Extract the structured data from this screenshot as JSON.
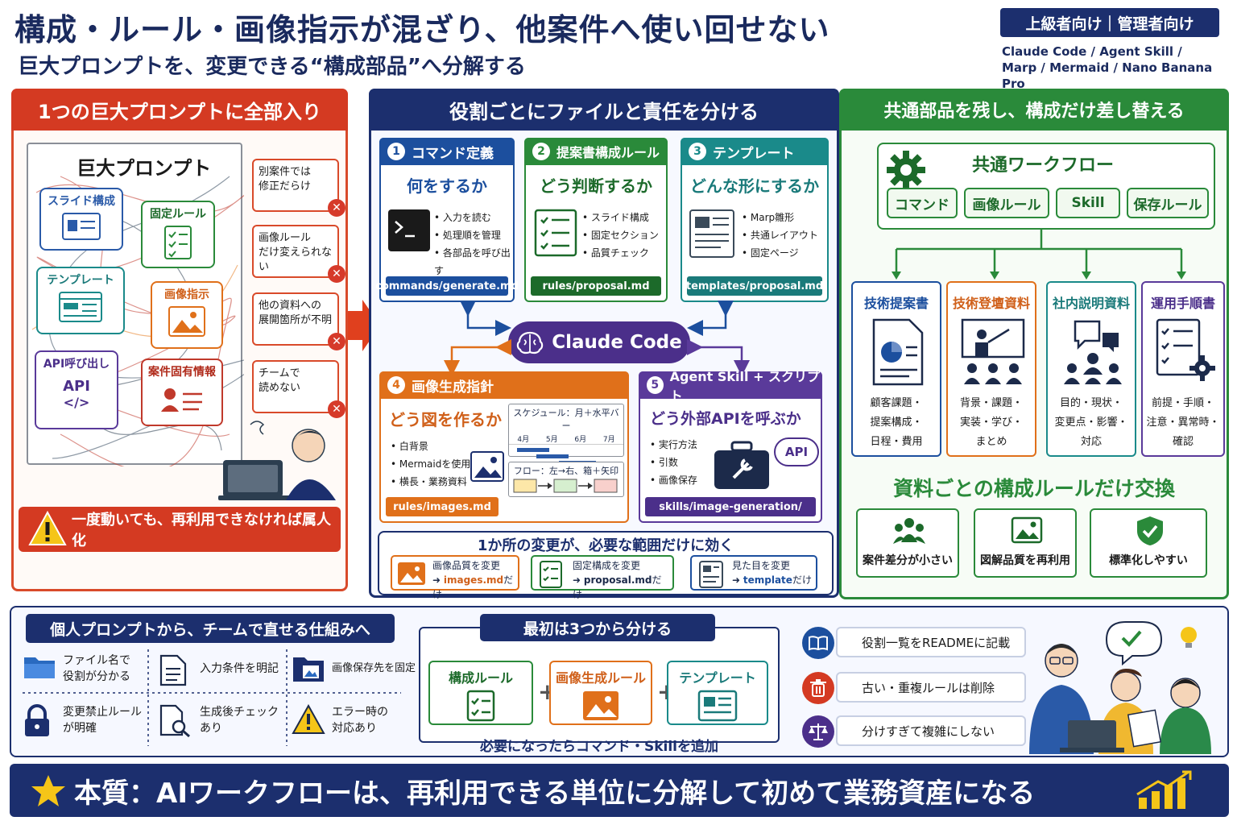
{
  "header": {
    "title": "構成・ルール・画像指示が混ざり、他案件へ使い回せない",
    "subtitle": "巨大プロンプトを、変更できる“構成部品”へ分解する",
    "audience": "上級者向け｜管理者向け",
    "tools_line1": "Claude Code / Agent Skill /",
    "tools_line2": "Marp / Mermaid / Nano Banana Pro"
  },
  "panel1": {
    "title": "1つの巨大プロンプトに全部入り",
    "doc_title": "巨大プロンプト",
    "blocks": [
      "スライド構成",
      "固定ルール",
      "テンプレート",
      "画像指示",
      "API呼び出し",
      "案件固有情報"
    ],
    "api_label": "API",
    "problems": [
      {
        "line1": "別案件では",
        "line2": "修正だらけ"
      },
      {
        "line1": "画像ルール",
        "line2": "だけ変えられない"
      },
      {
        "line1": "他の資料への",
        "line2": "展開箇所が不明"
      },
      {
        "line1": "チームで",
        "line2": "読めない"
      }
    ],
    "alert": "一度動いても、再利用できなければ属人化"
  },
  "panel2": {
    "title": "役割ごとにファイルと責任を分ける",
    "cards": [
      {
        "num": "1",
        "name": "コマンド定義",
        "question": "何をするか",
        "items": [
          "入力を読む",
          "処理順を管理",
          "各部品を呼び出す"
        ],
        "path": "commands/generate.md"
      },
      {
        "num": "2",
        "name": "提案書構成ルール",
        "question": "どう判断するか",
        "items": [
          "スライド構成",
          "固定セクション",
          "品質チェック"
        ],
        "path": "rules/proposal.md"
      },
      {
        "num": "3",
        "name": "テンプレート",
        "question": "どんな形にするか",
        "items": [
          "Marp雛形",
          "共通レイアウト",
          "固定ページ"
        ],
        "path": "templates/proposal.md"
      },
      {
        "num": "4",
        "name": "画像生成指針",
        "question": "どう図を作るか",
        "items": [
          "白背景",
          "Mermaidを使用",
          "横長・業務資料"
        ],
        "path": "rules/images.md"
      },
      {
        "num": "5",
        "name": "Agent Skill + スクリプト",
        "question": "どう外部APIを呼ぶか",
        "items": [
          "実行方法",
          "引数",
          "画像保存"
        ],
        "path": "skills/image-generation/"
      }
    ],
    "schedule_label": "スケジュール：月＋水平バー",
    "months": [
      "4月",
      "5月",
      "6月",
      "7月"
    ],
    "flow_label": "フロー：左→右、箱＋矢印",
    "api_label": "API",
    "claude": "Claude Code",
    "change_title": "1か所の変更が、必要な範囲だけに効く",
    "changes": [
      {
        "line1": "画像品質を変更",
        "target": "images.md",
        "suffix": "だけ"
      },
      {
        "line1": "固定構成を変更",
        "target": "proposal.md",
        "suffix": "だけ"
      },
      {
        "line1": "見た目を変更",
        "target": "template",
        "suffix": "だけ"
      }
    ]
  },
  "panel3": {
    "title": "共通部品を残し、構成だけ差し替える",
    "workflow": "共通ワークフロー",
    "pills": [
      "コマンド",
      "画像ルール",
      "Skill",
      "保存ルール"
    ],
    "docs": [
      {
        "title": "技術提案書",
        "l1": "顧客課題・",
        "l2": "提案構成・",
        "l3": "日程・費用",
        "color": "#1c4f9e"
      },
      {
        "title": "技術登壇資料",
        "l1": "背景・課題・",
        "l2": "実装・学び・",
        "l3": "まとめ",
        "color": "#e0701a"
      },
      {
        "title": "社内説明資料",
        "l1": "目的・現状・",
        "l2": "変更点・影響・",
        "l3": "対応",
        "color": "#1a8a8a"
      },
      {
        "title": "運用手順書",
        "l1": "前提・手順・",
        "l2": "注意・異常時・",
        "l3": "確認",
        "color": "#5a3a9a"
      }
    ],
    "swap": "資料ごとの構成ルールだけ交換",
    "benefits": [
      "案件差分が小さい",
      "図解品質を再利用",
      "標準化しやすい"
    ]
  },
  "bottom": {
    "badge": "個人プロンプトから、チームで直せる仕組みへ",
    "features": [
      {
        "l1": "ファイル名で",
        "l2": "役割が分かる"
      },
      {
        "l1": "入力条件を明記",
        "l2": ""
      },
      {
        "l1": "画像保存先を固定",
        "l2": ""
      },
      {
        "l1": "変更禁止ルール",
        "l2": "が明確"
      },
      {
        "l1": "生成後チェック",
        "l2": "あり"
      },
      {
        "l1": "エラー時の",
        "l2": "対応あり"
      }
    ],
    "start_badge": "最初は3つから分ける",
    "starts": [
      "構成ルール",
      "画像生成ルール",
      "テンプレート"
    ],
    "plus": "+",
    "add_note": "必要になったらコマンド・Skillを追加",
    "tips": [
      "役割一覧をREADMEに記載",
      "古い・重複ルールは削除",
      "分けすぎて複雑にしない"
    ]
  },
  "footer": {
    "text": "本質：AIワークフローは、再利用できる単位に分解して初めて業務資産になる"
  }
}
